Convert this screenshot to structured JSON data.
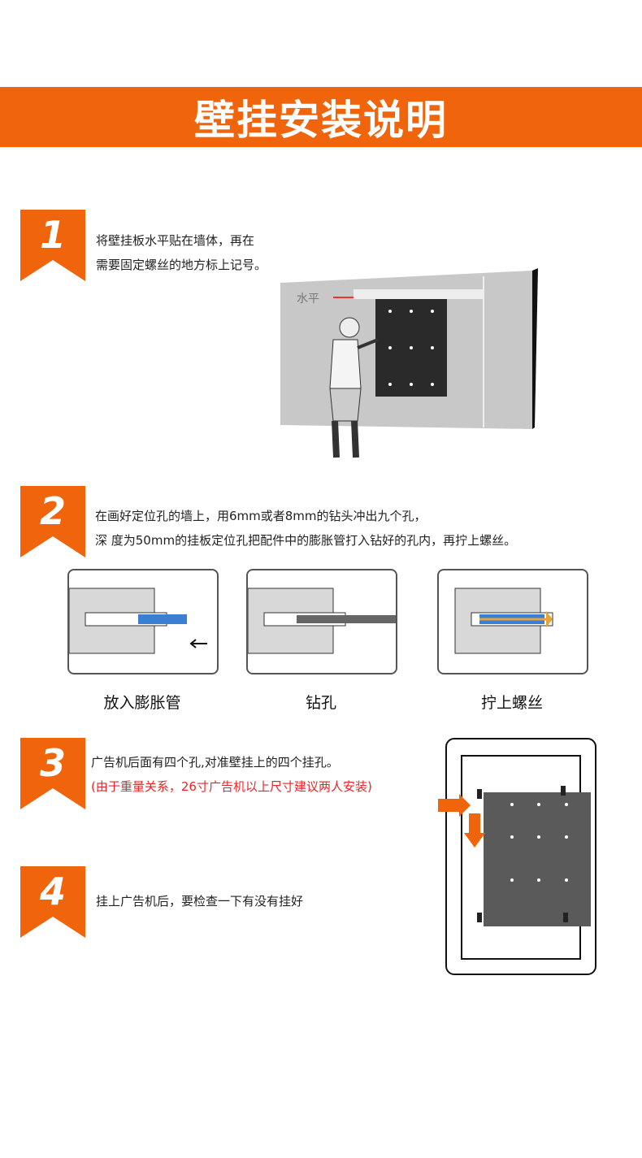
{
  "title": "壁挂安装说明",
  "steps": [
    {
      "number": "1",
      "lines": [
        "将壁挂板水平贴在墙体，再在",
        "需要固定螺丝的地方标上记号。"
      ],
      "label_level": "水平"
    },
    {
      "number": "2",
      "lines": [
        "在画好定位孔的墙上，用6mm或者8mm的钻头冲出九个孔，",
        "深 度为50mm的挂板定位孔把配件中的膨胀管打入钻好的孔内，再拧上螺丝。"
      ],
      "captions": [
        "放入膨胀管",
        "钻孔",
        "拧上螺丝"
      ]
    },
    {
      "number": "3",
      "lines": [
        "广告机后面有四个孔,对准壁挂上的四个挂孔。"
      ],
      "note": "(由于重量关系，26寸广告机以上尺寸建议两人安装)"
    },
    {
      "number": "4",
      "lines": [
        "挂上广告机后，要检查一下有没有挂好"
      ]
    }
  ],
  "colors": {
    "accent": "#f0650c",
    "note": "#e8262a"
  }
}
